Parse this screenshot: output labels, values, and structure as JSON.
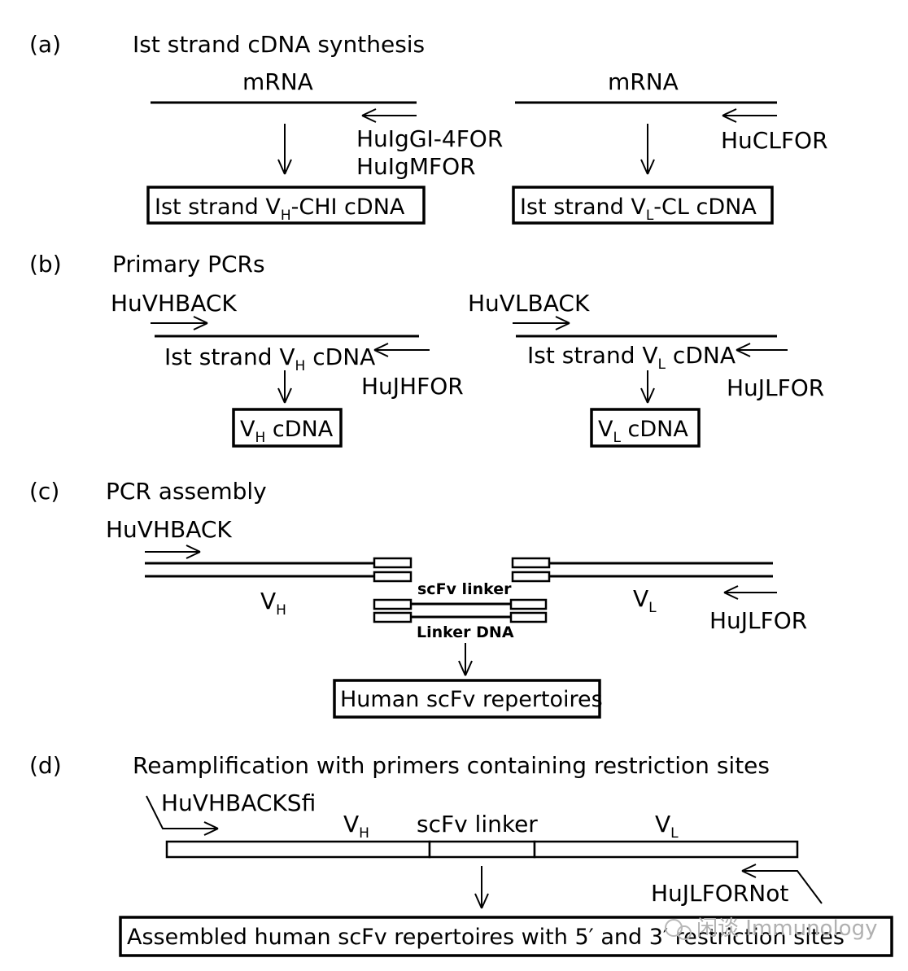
{
  "panel_a": {
    "label": "(a)",
    "title": "Ist strand cDNA synthesis",
    "left_mrna": "mRNA",
    "right_mrna": "mRNA",
    "primer_1": "HuIgGI-4FOR",
    "primer_2": "HuIgMFOR",
    "primer_right": "HuCLFOR",
    "box_left_pre": "Ist strand V",
    "box_left_sub": "H",
    "box_left_post": "-CHI cDNA",
    "box_right_pre": "Ist strand V",
    "box_right_sub": "L",
    "box_right_post": "-CL cDNA"
  },
  "panel_b": {
    "label": "(b)",
    "title": "Primary PCRs",
    "left_back": "HuVHBACK",
    "left_strand_pre": "Ist strand V",
    "left_strand_sub": "H",
    "left_strand_post": " cDNA",
    "left_for": "HuJHFOR",
    "left_box_pre": "V",
    "left_box_sub": "H",
    "left_box_post": " cDNA",
    "right_back": "HuVLBACK",
    "right_strand_pre": "Ist strand V",
    "right_strand_sub": "L",
    "right_strand_post": " cDNA",
    "right_for": "HuJLFOR",
    "right_box_pre": "V",
    "right_box_sub": "L",
    "right_box_post": " cDNA"
  },
  "panel_c": {
    "label": "(c)",
    "title": "PCR assembly",
    "back": "HuVHBACK",
    "vh_pre": "V",
    "vh_sub": "H",
    "vl_pre": "V",
    "vl_sub": "L",
    "linker_top": "scFv linker",
    "linker_bottom": "Linker DNA",
    "for": "HuJLFOR",
    "box": "Human scFv repertoires"
  },
  "panel_d": {
    "label": "(d)",
    "title": "Reamplification with primers containing restriction sites",
    "back": "HuVHBACKSfi",
    "vh_pre": "V",
    "vh_sub": "H",
    "linker": "scFv linker",
    "vl_pre": "V",
    "vl_sub": "L",
    "for": "HuJLFORNot",
    "box": "Assembled human scFv repertoires with 5′ and 3′ restriction sites"
  },
  "watermark": "闲谈 Immunology"
}
